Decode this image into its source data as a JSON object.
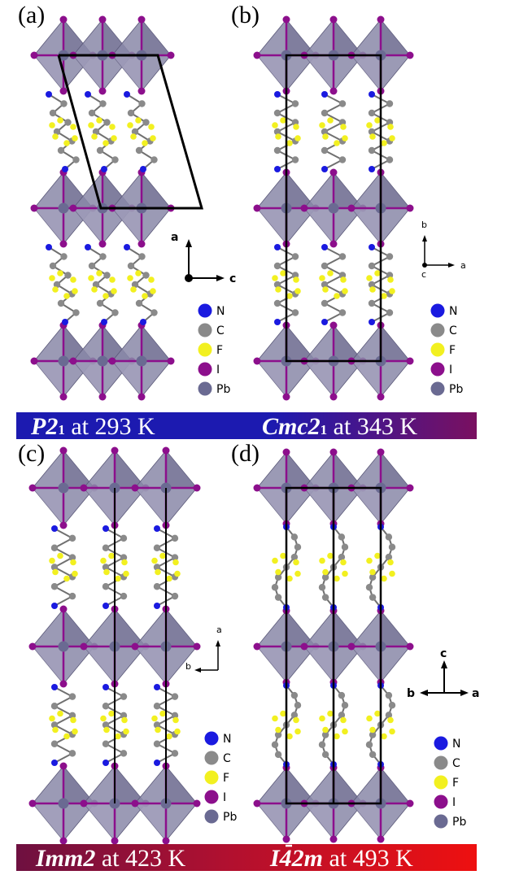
{
  "panels": [
    {
      "label": "(a)",
      "axes": {
        "up": "a",
        "right": "c"
      }
    },
    {
      "label": "(b)",
      "axes": {
        "up": "b",
        "right": "a",
        "corner": "c"
      }
    },
    {
      "label": "(c)",
      "axes": {
        "up": "a",
        "left": "b"
      }
    },
    {
      "label": "(d)",
      "axes": {
        "up": "c",
        "left": "b",
        "right": "a"
      }
    }
  ],
  "legend": [
    {
      "symbol": "N",
      "color": "#1a1ae0"
    },
    {
      "symbol": "C",
      "color": "#8a8a8a"
    },
    {
      "symbol": "F",
      "color": "#f2f020"
    },
    {
      "symbol": "I",
      "color": "#8c0f8c"
    },
    {
      "symbol": "Pb",
      "color": "#6a6a92"
    }
  ],
  "banners": [
    {
      "group": "P2",
      "sub": "1",
      "temp": " at 293 K"
    },
    {
      "group": "Cmc2",
      "sub": "1",
      "temp": " at 343 K"
    },
    {
      "group": "Imm2",
      "sub": "",
      "temp": " at 423 K"
    },
    {
      "group": "I42m",
      "sub": "",
      "temp": " at 493 K"
    }
  ],
  "colors": {
    "banner_top_left": "#1c1ab0",
    "banner_top_right": "#7a1060",
    "banner_bottom_left": "#6e1040",
    "banner_bottom_right": "#ee1010",
    "octahedron": "#8a88a8",
    "iodine": "#8c0f8c",
    "lead": "#6a6a92"
  }
}
